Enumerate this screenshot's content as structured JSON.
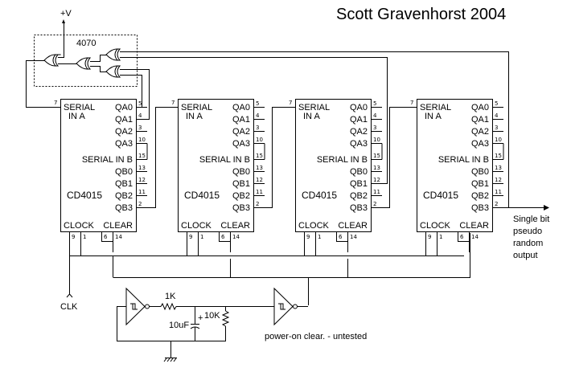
{
  "title": "Scott Gravenhorst 2004",
  "supply_label": "+V",
  "xor_chip_label": "4070",
  "chips": [
    {
      "part": "CD4015"
    },
    {
      "part": "CD4015"
    },
    {
      "part": "CD4015"
    },
    {
      "part": "CD4015"
    }
  ],
  "chip_pins": {
    "serial_in_a": {
      "name_line1": "SERIAL",
      "name_line2": "IN A",
      "pin": "7"
    },
    "outputs": [
      {
        "name": "QA0",
        "pin": "5"
      },
      {
        "name": "QA1",
        "pin": "4"
      },
      {
        "name": "QA2",
        "pin": "3"
      },
      {
        "name": "QA3",
        "pin": "10"
      },
      {
        "name": "SERIAL IN B",
        "pin": "15"
      },
      {
        "name": "QB0",
        "pin": "13"
      },
      {
        "name": "QB1",
        "pin": "12"
      },
      {
        "name": "QB2",
        "pin": "11"
      },
      {
        "name": "QB3",
        "pin": "2"
      }
    ],
    "clock": {
      "name": "CLOCK",
      "pins": [
        "9",
        "1"
      ]
    },
    "clear": {
      "name": "CLEAR",
      "pins": [
        "6",
        "14"
      ]
    }
  },
  "clk_label": "CLK",
  "output_label": [
    "Single bit",
    "pseudo",
    "random",
    "output"
  ],
  "resistor_1": "1K",
  "resistor_2": "10K",
  "capacitor": "10uF",
  "capacitor_polarity": "+",
  "schmitt_symbol": "Schmitt trigger",
  "power_on_note": "power-on clear. - untested"
}
